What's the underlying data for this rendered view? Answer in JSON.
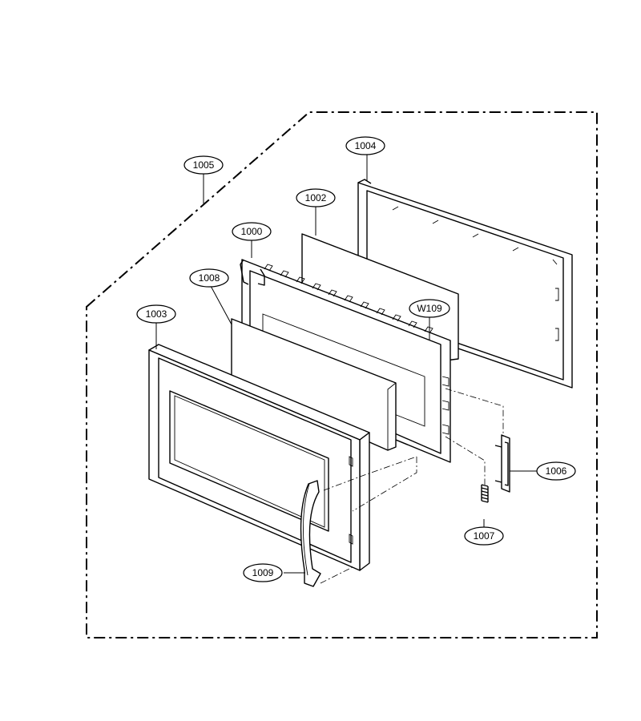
{
  "callouts": [
    {
      "id": "p1005",
      "label": "1005"
    },
    {
      "id": "p1004",
      "label": "1004"
    },
    {
      "id": "p1002",
      "label": "1002"
    },
    {
      "id": "p1000",
      "label": "1000"
    },
    {
      "id": "p1008",
      "label": "1008"
    },
    {
      "id": "p1003",
      "label": "1003"
    },
    {
      "id": "pW109",
      "label": "W109"
    },
    {
      "id": "p1006",
      "label": "1006"
    },
    {
      "id": "p1007",
      "label": "1007"
    },
    {
      "id": "p1009",
      "label": "1009"
    }
  ]
}
